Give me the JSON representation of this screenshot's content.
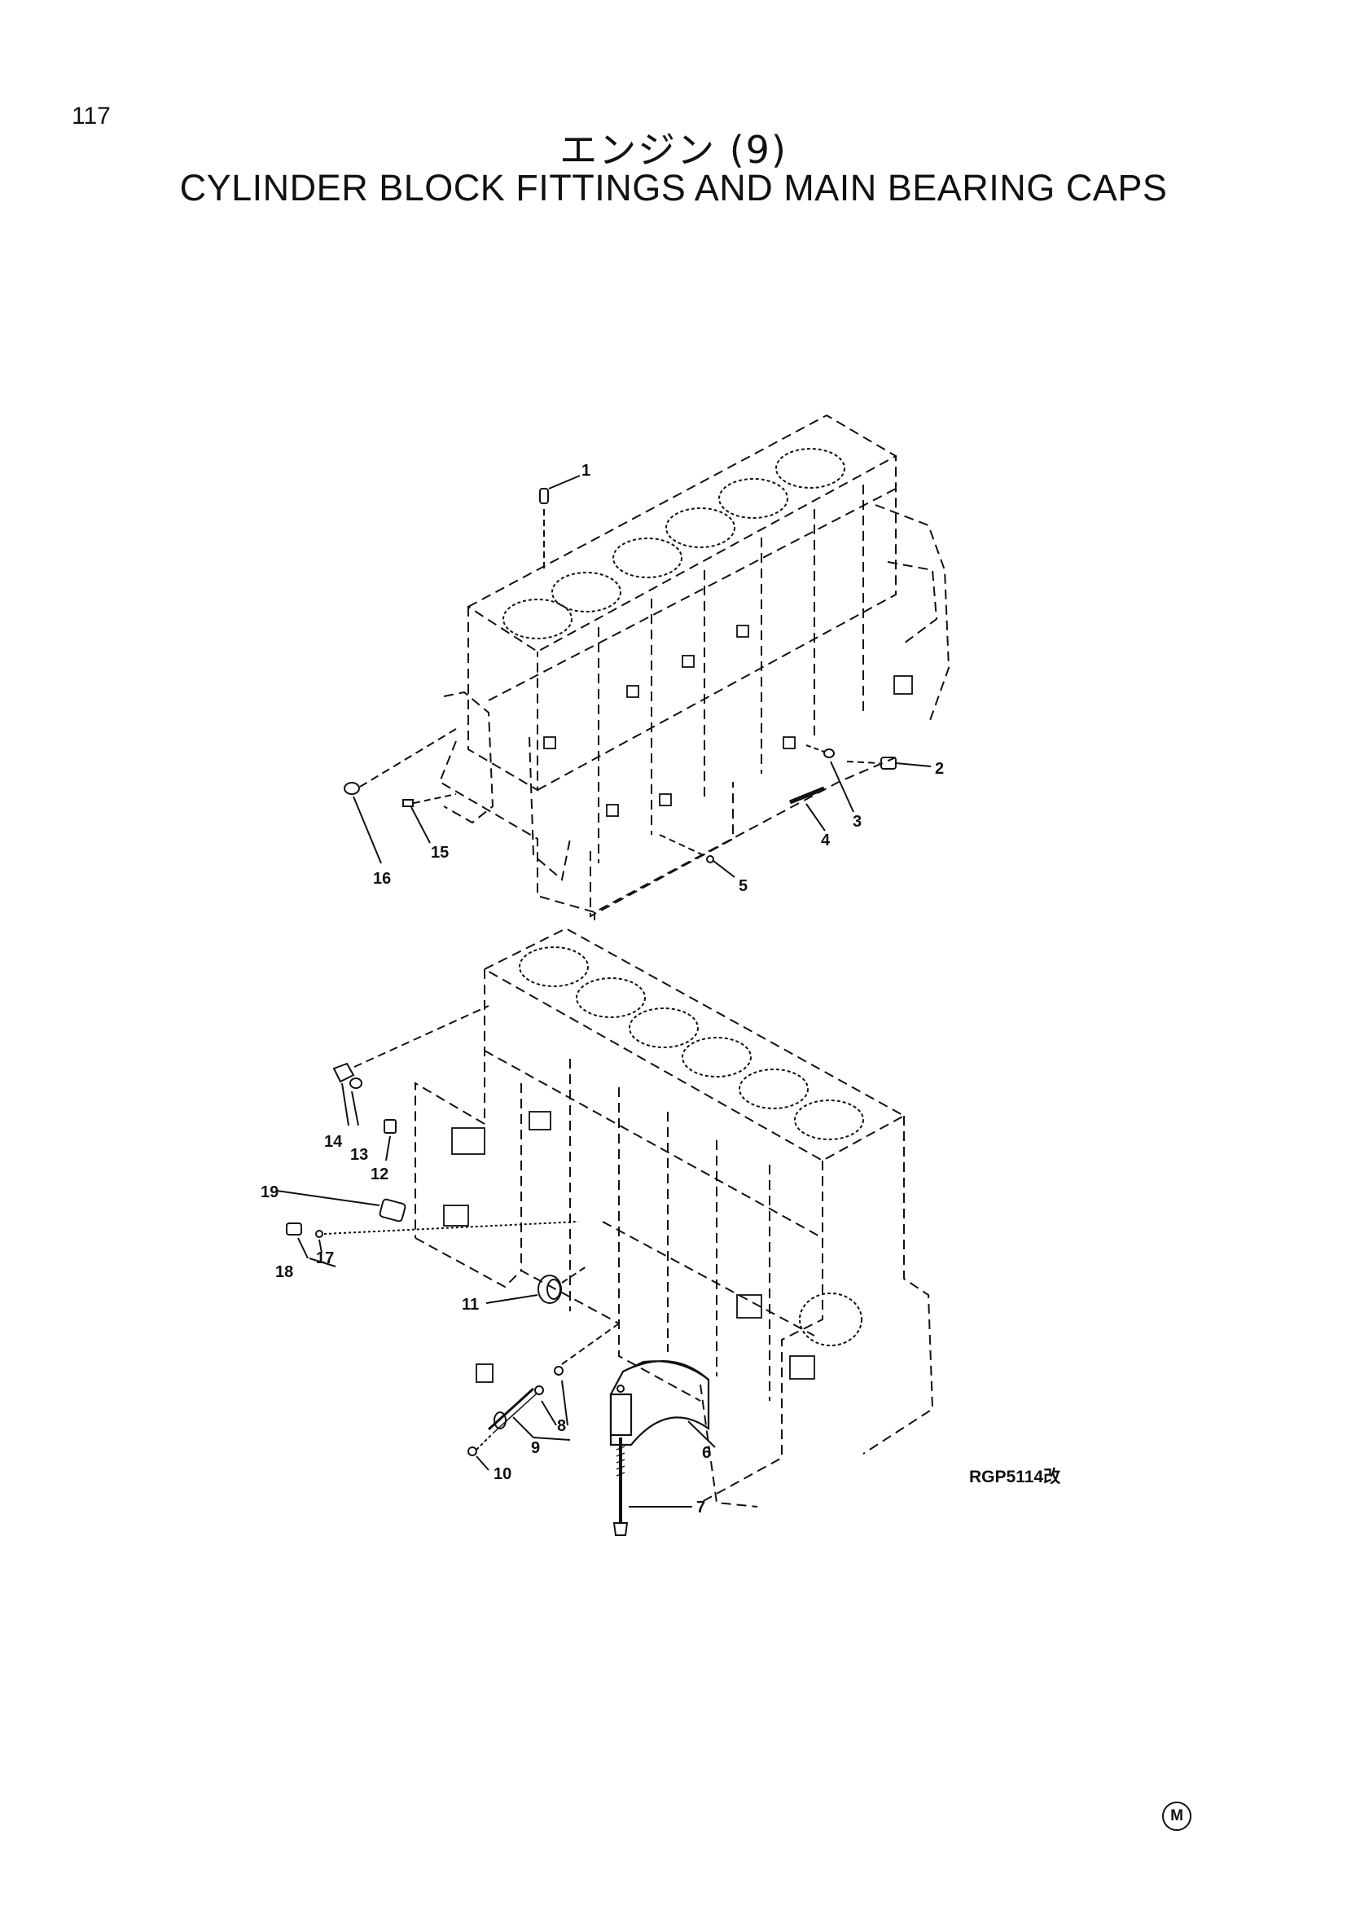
{
  "page_number": "117",
  "title_jp": "エンジン (9)",
  "title_en": "CYLINDER BLOCK FITTINGS AND MAIN BEARING CAPS",
  "figure_code": "RGP5114改",
  "corner_mark": "M",
  "callouts": [
    "1",
    "2",
    "3",
    "4",
    "5",
    "6",
    "7",
    "8",
    "9",
    "10",
    "11",
    "12",
    "13",
    "14",
    "15",
    "16",
    "17",
    "18",
    "19"
  ]
}
